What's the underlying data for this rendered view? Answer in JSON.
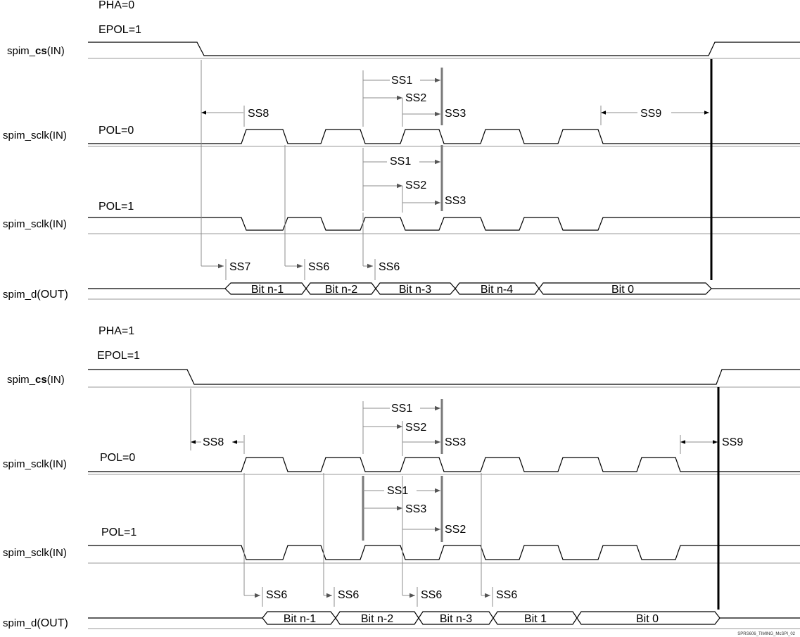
{
  "top": {
    "pha": "PHA=0",
    "epol": "EPOL=1",
    "pol0": "POL=0",
    "pol1": "POL=1",
    "cs_label": {
      "prefix": "spim_",
      "bold": "cs",
      "suffix": "(IN)"
    },
    "sclk_label_pol0": "spim_sclk(IN)",
    "sclk_label_pol1": "spim_sclk(IN)",
    "d_label": {
      "prefix": "spim_d",
      "suffix": "(OUT)"
    },
    "ss8": "SS8",
    "ss9": "SS9",
    "ss1_a": "SS1",
    "ss2_a": "SS2",
    "ss3_a": "SS3",
    "ss1_b": "SS1",
    "ss2_b": "SS2",
    "ss3_b": "SS3",
    "ss7": "SS7",
    "ss6_a": "SS6",
    "ss6_b": "SS6",
    "bits": [
      "Bit n-1",
      "Bit n-2",
      "Bit n-3",
      "Bit n-4",
      "Bit 0"
    ]
  },
  "bottom": {
    "pha": "PHA=1",
    "epol": "EPOL=1",
    "pol0": "POL=0",
    "pol1": "POL=1",
    "cs_label": {
      "prefix": "spim_",
      "bold": "cs",
      "suffix": "(IN)"
    },
    "sclk_label_pol0": "spim_sclk(IN)",
    "sclk_label_pol1": "spim_sclk(IN)",
    "d_label": {
      "prefix": "spim_d",
      "suffix": "(OUT)"
    },
    "ss8": "SS8",
    "ss9": "SS9",
    "ss1_a": "SS1",
    "ss2_a": "SS2",
    "ss3_a": "SS3",
    "ss1_b": "SS1",
    "ss3_b": "SS3",
    "ss2_b": "SS2",
    "ss6_a": "SS6",
    "ss6_b": "SS6",
    "ss6_c": "SS6",
    "ss6_d": "SS6",
    "bits": [
      "Bit n-1",
      "Bit n-2",
      "Bit n-3",
      "Bit 1",
      "Bit 0"
    ]
  },
  "figure_id": "SPRS606_TIMING_McSPI_02"
}
